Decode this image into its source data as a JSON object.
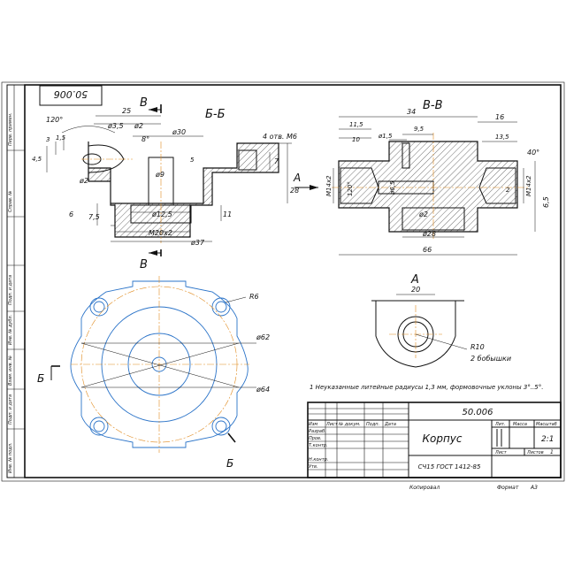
{
  "stamp_number": "50.006",
  "sections": {
    "bb": "Б-Б",
    "vv": "В-В",
    "view_a_top": "А",
    "view_v_top": "В",
    "view_v_bottom": "В",
    "arrow_a": "А",
    "view_a": "А",
    "cut_b_left": "Б",
    "cut_b_right": "Б"
  },
  "dims_bb": {
    "d25": "25",
    "a120": "120°",
    "d35": "ø3,5",
    "d2": "ø2",
    "a8": "8°",
    "d30": "ø30",
    "holes": "4 отв. М6",
    "d3": "3",
    "d15": "1,5",
    "d45": "4,5",
    "d7": "7",
    "d5": "5",
    "d9": "ø9",
    "d28": "28",
    "d2b": "ø2",
    "d6": "6",
    "d75": "7,5",
    "d125": "ø12,5",
    "d11": "11",
    "m20": "М20х2",
    "d37": "ø37"
  },
  "dims_vv": {
    "d34": "34",
    "d16": "16",
    "d115": "11,5",
    "d10": "10",
    "d15": "ø1,5",
    "d95": "9,5",
    "d135": "13,5",
    "a40": "40°",
    "m14l": "М14х2",
    "a120": "120°",
    "d65": "ø6,5",
    "d2": "2",
    "m14r": "М14х2",
    "d65b": "6,5",
    "d2b": "ø2",
    "d28": "ø28",
    "d66": "66"
  },
  "dims_v": {
    "r6": "R6",
    "d62": "ø62",
    "d64": "ø64"
  },
  "dims_a": {
    "d20": "20",
    "r10": "R10",
    "bosses": "2 бобышки"
  },
  "note": "1 Неуказанные литейные радиусы 1,3 мм, формовочные уклоны 3°..5°.",
  "title_block": {
    "doc_number": "50.006",
    "part_name": "Корпус",
    "material": "СЧ15 ГОСТ 1412-85",
    "col_lit": "Лит.",
    "col_mass": "Масса",
    "col_scale": "Масштаб",
    "scale": "2:1",
    "sheet": "Лист",
    "sheets": "Листов",
    "sheets_count": "1",
    "rows": [
      "Изм",
      "Лист",
      "№ докум.",
      "Подп.",
      "Дата"
    ],
    "razrab": "Разраб.",
    "prov": "Пров.",
    "tkontr": "Т.контр.",
    "nkontr": "Н.контр.",
    "utv": "Утв.",
    "copied": "Копировал",
    "format": "Формат",
    "format_value": "А3"
  },
  "side_strip": {
    "perv": "Перв. примен.",
    "sprav": "Справ. №",
    "podp_data1": "Подп. и дата",
    "inv_dubl": "Инв. № дубл.",
    "vzam_inv": "Взам. инв. №",
    "podp_data2": "Подп. и дата",
    "inv_podl": "Инв. № подл."
  }
}
